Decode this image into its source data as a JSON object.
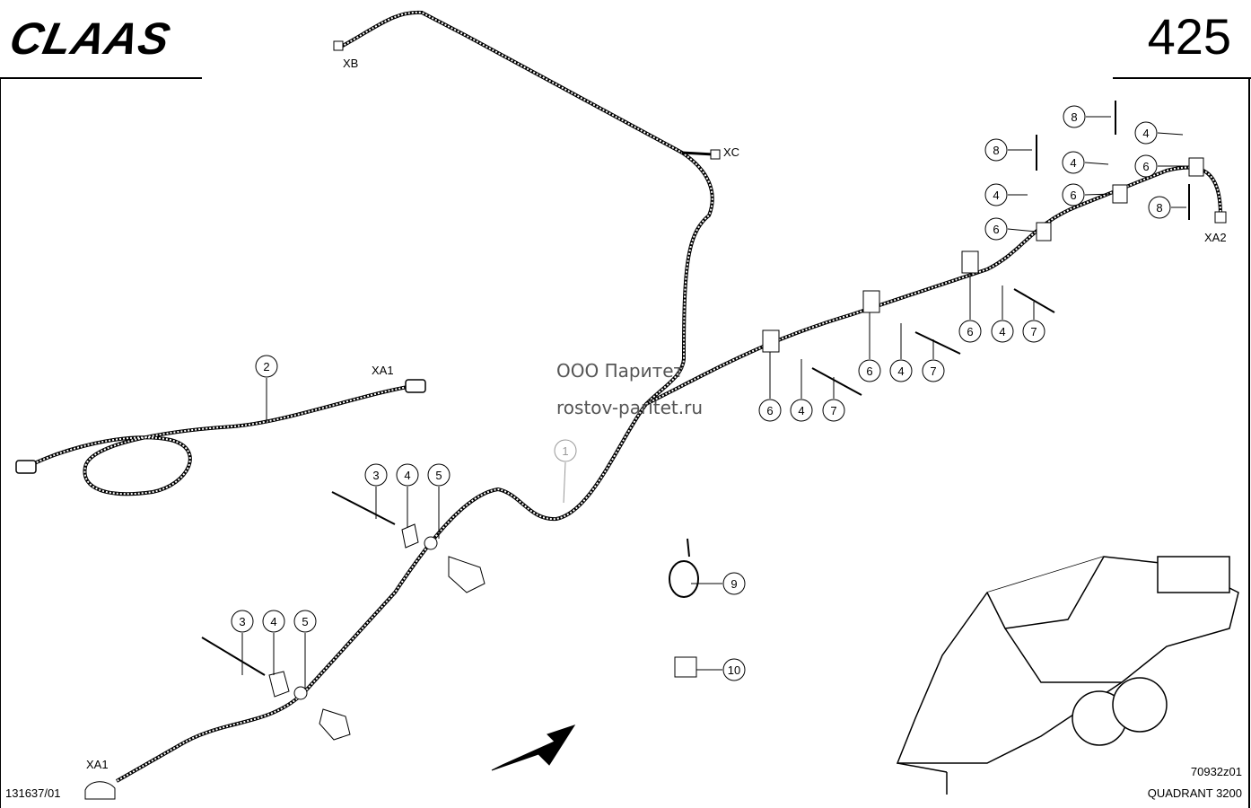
{
  "header": {
    "brand": "CLAAS",
    "page_number": "425"
  },
  "connectors": {
    "xb": "XB",
    "xc": "XC",
    "xa1_top": "XA1",
    "xa1_bottom": "XA1",
    "xa2": "XA2"
  },
  "callouts": {
    "c1": "1",
    "c2": "2",
    "c3a": "3",
    "c4a": "4",
    "c5a": "5",
    "c3b": "3",
    "c4b": "4",
    "c5b": "5",
    "c6a": "6",
    "c4c": "4",
    "c7a": "7",
    "c6b": "6",
    "c4d": "4",
    "c7b": "7",
    "c6c": "6",
    "c4e": "4",
    "c7c": "7",
    "c6d": "6",
    "c4f": "4",
    "c8a": "8",
    "c6e": "6",
    "c4g": "4",
    "c8b": "8",
    "c6f": "6",
    "c4h": "4",
    "c8c": "8",
    "c9": "9",
    "c10": "10"
  },
  "watermark": {
    "line1": "ООО Паритет",
    "line2": "rostov-paritet.ru"
  },
  "footer": {
    "doc_code": "131637/01",
    "image_code": "70932z01",
    "model": "QUADRANT 3200"
  },
  "colors": {
    "line": "#000000",
    "callout_fill": "#ffffff",
    "watermark": "#555555"
  }
}
